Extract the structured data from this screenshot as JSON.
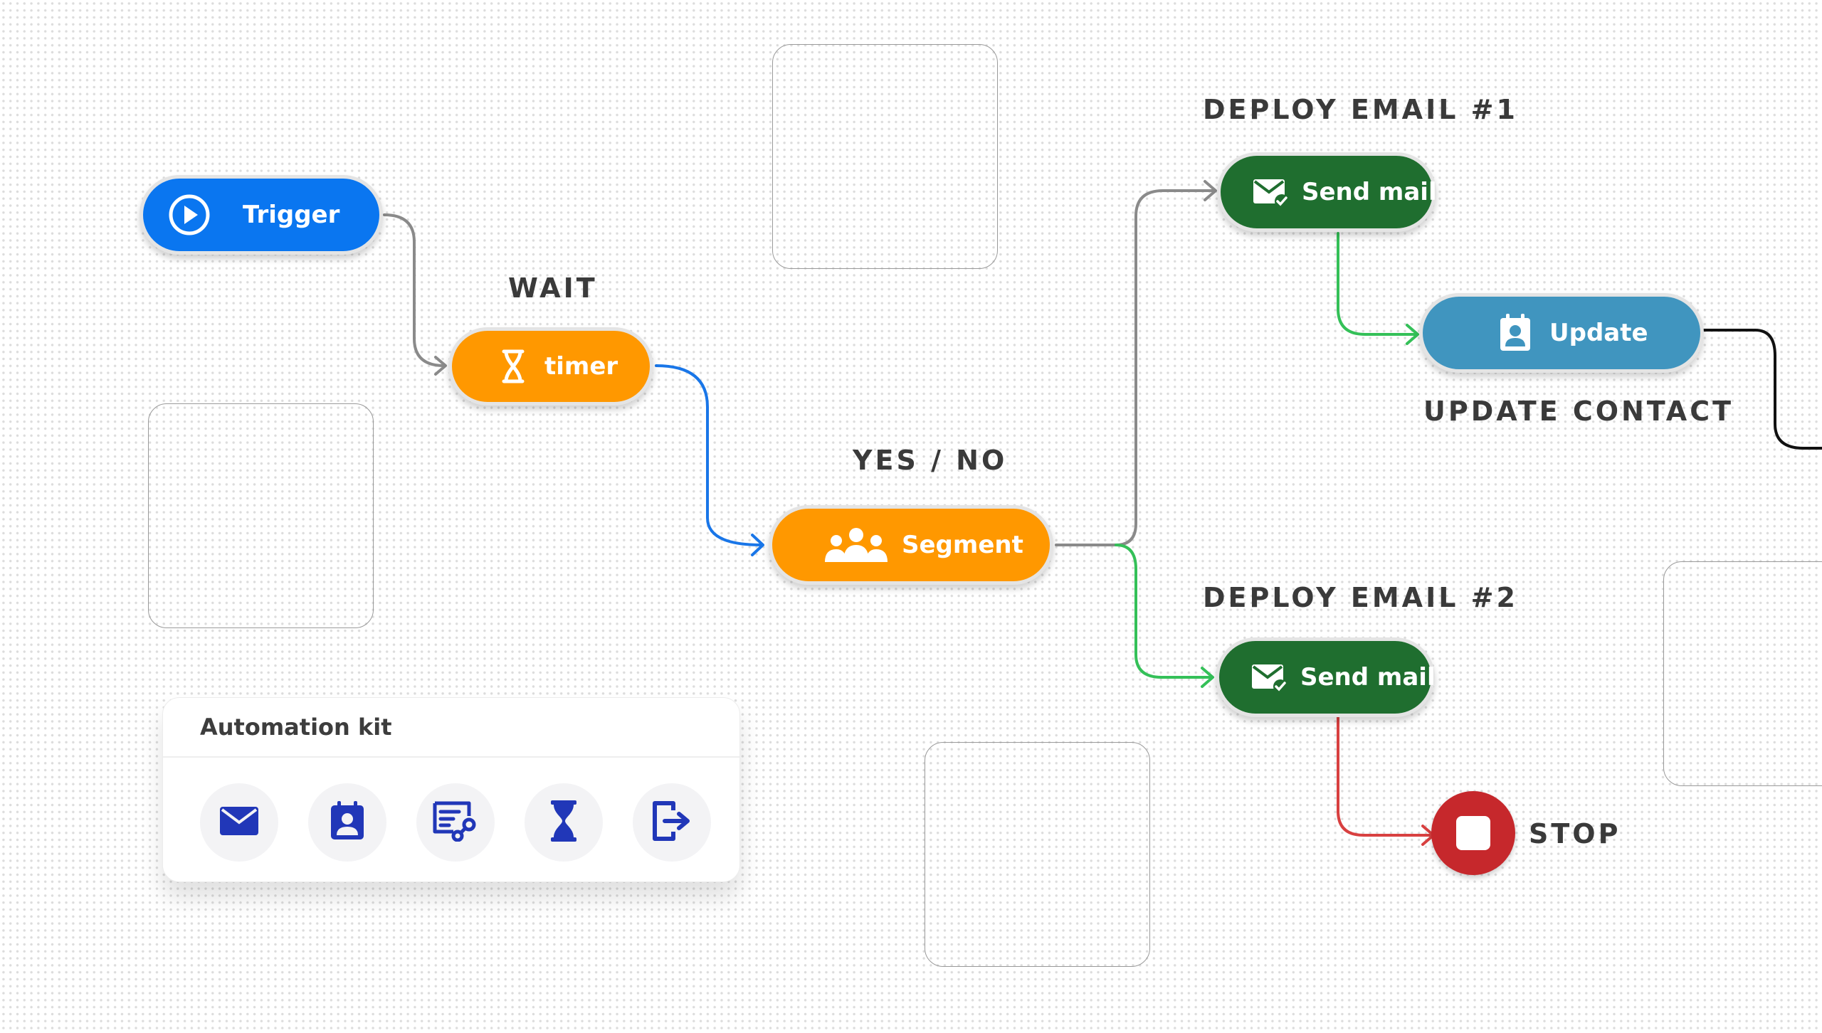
{
  "colors": {
    "trigger": "#0a76f0",
    "orange": "#ff9800",
    "green": "#1f6e2f",
    "teal": "#4095bf",
    "stop": "#c6282c",
    "kit_icon": "#2137b8",
    "line_gray": "#8a8a8a",
    "line_blue": "#1976e8",
    "line_green": "#34c058",
    "line_red": "#d84040",
    "line_black": "#111111"
  },
  "nodes": {
    "trigger": {
      "label": "Trigger",
      "icon": "play-circle-icon"
    },
    "timer": {
      "label": "timer",
      "icon": "hourglass-icon"
    },
    "segment": {
      "label": "Segment",
      "icon": "group-icon"
    },
    "send_mail_1": {
      "label": "Send mail",
      "icon": "mail-check-icon"
    },
    "update": {
      "label": "Update",
      "icon": "contact-card-icon"
    },
    "send_mail_2": {
      "label": "Send mail",
      "icon": "mail-check-icon"
    },
    "stop": {
      "label": "STOP",
      "icon": "stop-icon"
    }
  },
  "step_labels": {
    "wait": "WAIT",
    "yes_no": "YES / NO",
    "deploy_email_1": "DEPLOY EMAIL #1",
    "update_contact": "UPDATE CONTACT",
    "deploy_email_2": "DEPLOY EMAIL #2"
  },
  "automation_kit": {
    "title": "Automation kit",
    "tools": [
      {
        "icon": "mail-icon"
      },
      {
        "icon": "contact-card-icon"
      },
      {
        "icon": "form-settings-icon"
      },
      {
        "icon": "hourglass-icon"
      },
      {
        "icon": "exit-icon"
      }
    ]
  }
}
